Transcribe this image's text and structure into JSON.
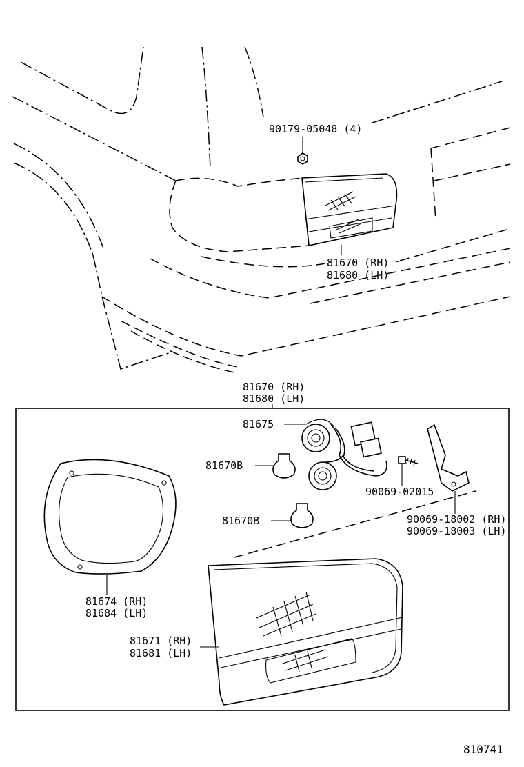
{
  "upper_view": {
    "callouts": {
      "nut": "90179-05048 (4)",
      "lamp_rh": "81670 (RH)",
      "lamp_lh": "81680 (LH)"
    }
  },
  "detail_box": {
    "title_rh": "81670 (RH)",
    "title_lh": "81680 (LH)",
    "callouts": {
      "socket_wire": "81675",
      "bulb_upper": "81670B",
      "bulb_lower": "81670B",
      "screw": "90069-02015",
      "bracket_rh": "90069-18002 (RH)",
      "bracket_lh": "90069-18003 (LH)",
      "gasket_rh": "81674 (RH)",
      "gasket_lh": "81684 (LH)",
      "lens_rh": "81671 (RH)",
      "lens_lh": "81681 (LH)"
    }
  },
  "figure_number": "810741"
}
